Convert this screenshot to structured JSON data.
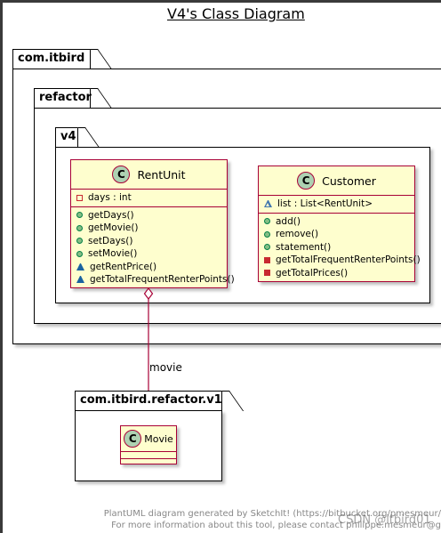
{
  "title": "V4's Class Diagram",
  "packages": {
    "outer": "com.itbird",
    "middle": "refactor",
    "inner": "v4",
    "external": "com.itbird.refactor.v1"
  },
  "classes": {
    "rentunit": {
      "icon": "C",
      "name": "RentUnit",
      "fields": [
        "days : int"
      ],
      "methods": [
        "getDays()",
        "getMovie()",
        "setDays()",
        "setMovie()",
        "getRentPrice()",
        "getTotalFrequentRenterPoints()"
      ]
    },
    "customer": {
      "icon": "C",
      "name": "Customer",
      "fields": [
        "list : List<RentUnit>"
      ],
      "methods": [
        "add()",
        "remove()",
        "statement()",
        "getTotalFrequentRenterPoints()",
        "getTotalPrices()"
      ]
    },
    "movie": {
      "icon": "C",
      "name": "Movie"
    }
  },
  "relation": {
    "label": "movie"
  },
  "footer": {
    "line1": "PlantUML diagram generated by SketchIt! (https://bitbucket.org/pmesmeur/",
    "line2": "For more information about this tool, please contact philippe.mesmeur@g"
  },
  "watermark": "CSDN @itbird01",
  "colors": {
    "class_fill": "#FEFECE",
    "class_border": "#A80036",
    "class_icon": "#ADD1B2",
    "relation_line": "#A80036"
  }
}
